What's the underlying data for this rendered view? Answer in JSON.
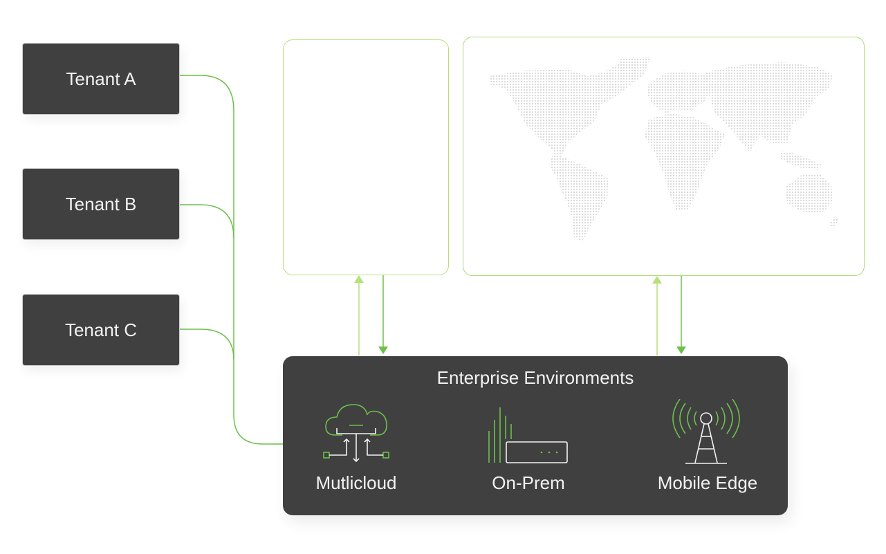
{
  "tenants": [
    {
      "label": "Tenant A"
    },
    {
      "label": "Tenant B"
    },
    {
      "label": "Tenant C"
    }
  ],
  "enterprise": {
    "title": "Enterprise Environments",
    "items": [
      {
        "label": "Mutlicloud",
        "icon": "cloud-icon"
      },
      {
        "label": "On-Prem",
        "icon": "server-icon"
      },
      {
        "label": "Mobile Edge",
        "icon": "cell-tower-icon"
      }
    ]
  },
  "colors": {
    "box_fill": "#404040",
    "connector_green": "#6cc04a",
    "light_green": "#b6e07a",
    "map_dots": "#d9d9d9"
  }
}
